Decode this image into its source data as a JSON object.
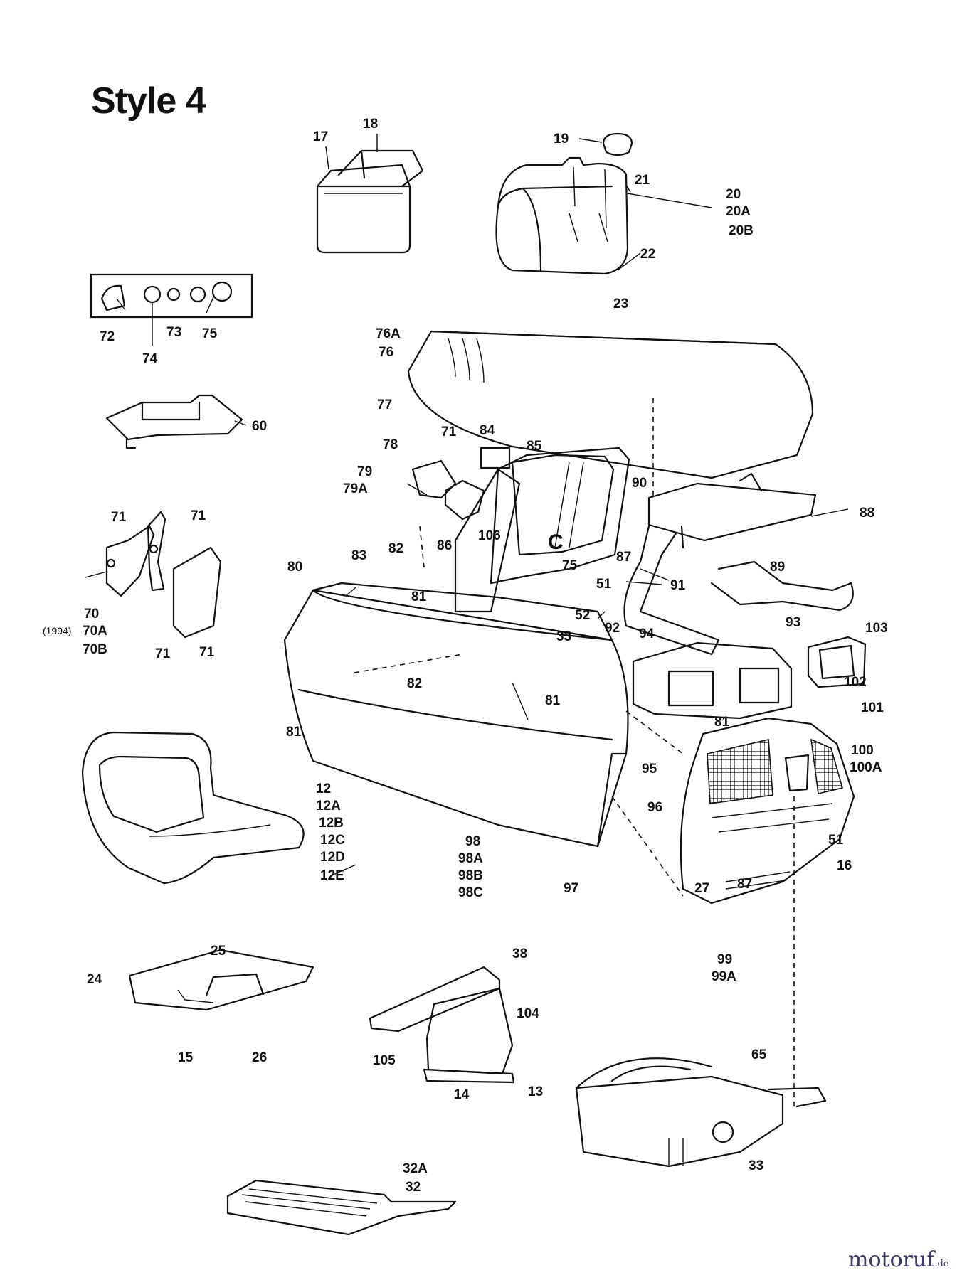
{
  "title": "Style 4",
  "watermark": {
    "brand": "motoruf",
    "tld": ".de"
  },
  "callouts": {
    "c17": "17",
    "c18": "18",
    "c19": "19",
    "c21": "21",
    "c20": "20",
    "c20a": "20A",
    "c20b": "20B",
    "c22": "22",
    "c23": "23",
    "c72": "72",
    "c73": "73",
    "c74": "74",
    "c75a": "75",
    "c76a": "76A",
    "c76": "76",
    "c60": "60",
    "c77": "77",
    "c78": "78",
    "c79": "79",
    "c79a": "79A",
    "c71a": "71",
    "c84": "84",
    "c85": "85",
    "c71b": "71",
    "c71c": "71",
    "c71d": "71",
    "c71e": "71",
    "c70": "70",
    "c1994": "(1994)",
    "c70a": "70A",
    "c70b": "70B",
    "c80": "80",
    "c83": "83",
    "c82a": "82",
    "c86": "86",
    "c106": "106",
    "cC": "C",
    "c75b": "75",
    "c51a": "51",
    "c81a": "81",
    "c52": "52",
    "c33a": "33",
    "c90": "90",
    "c88": "88",
    "c87a": "87",
    "c91": "91",
    "c89": "89",
    "c93": "93",
    "c92": "92",
    "c94": "94",
    "c103": "103",
    "c82b": "82",
    "c81b": "81",
    "c81c": "81",
    "c81d": "81",
    "c102": "102",
    "c101": "101",
    "c100": "100",
    "c100a": "100A",
    "c95": "95",
    "c12": "12",
    "c12a": "12A",
    "c12b": "12B",
    "c12c": "12C",
    "c12d": "12D",
    "c12e": "12E",
    "c96": "96",
    "c51b": "51",
    "c16": "16",
    "c27": "27",
    "c87b": "87",
    "c98": "98",
    "c98a": "98A",
    "c98b": "98B",
    "c98c": "98C",
    "c97": "97",
    "c99": "99",
    "c99a": "99A",
    "c25": "25",
    "c24": "24",
    "c15": "15",
    "c26": "26",
    "c38": "38",
    "c104": "104",
    "c105": "105",
    "c14": "14",
    "c13": "13",
    "c65": "65",
    "c33b": "33",
    "c32a": "32A",
    "c32": "32"
  }
}
